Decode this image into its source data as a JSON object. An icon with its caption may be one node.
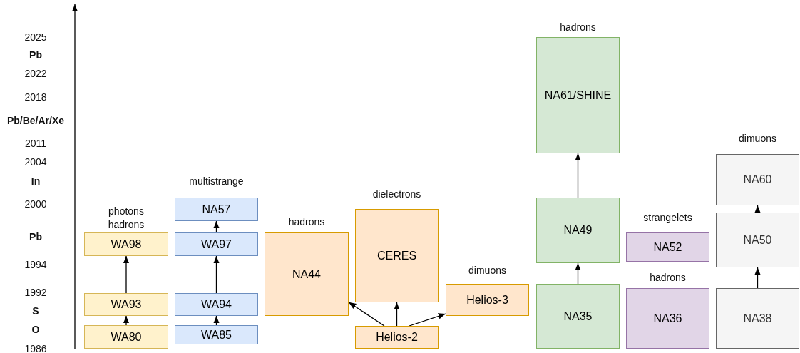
{
  "diagram": {
    "nodes": [
      {
        "text": [
          "photons hadrons",
          "WA98"
        ]
      },
      {
        "text": [
          "WA93"
        ]
      },
      {
        "text": [
          "WA80"
        ]
      },
      {
        "text": [
          "multistrange",
          "NA57"
        ]
      },
      {
        "text": [
          "WA97"
        ]
      },
      {
        "text": [
          "WA94"
        ]
      },
      {
        "text": [
          "WA85"
        ]
      },
      {
        "text": [
          "hadrons",
          "NA44"
        ]
      },
      {
        "text": [
          "dielectrons",
          "CERES"
        ]
      },
      {
        "text": [
          "Helios-2"
        ]
      },
      {
        "text": [
          "dimuons",
          "Helios-3"
        ]
      },
      {
        "text": [
          "hadrons",
          "NA61/SHINE"
        ]
      },
      {
        "text": [
          "NA49"
        ]
      },
      {
        "text": [
          "NA35"
        ]
      },
      {
        "text": [
          "strangelets",
          "NA52"
        ]
      },
      {
        "text": [
          "hadrons",
          "NA36"
        ]
      },
      {
        "text": [
          "dimuons",
          "NA60"
        ]
      },
      {
        "text": [
          "NA50"
        ]
      },
      {
        "text": [
          "NA38"
        ]
      }
    ],
    "edges": [
      {
        "from": 2,
        "to": 1,
        "arrow": "to"
      },
      {
        "from": 1,
        "to": 0,
        "arrow": "to"
      },
      {
        "from": 6,
        "to": 5,
        "arrow": "to"
      },
      {
        "from": 5,
        "to": 4,
        "arrow": "to"
      },
      {
        "from": 4,
        "to": 3,
        "arrow": "to"
      },
      {
        "from": 9,
        "to": 7,
        "arrow": "to"
      },
      {
        "from": 9,
        "to": 8,
        "arrow": "to"
      },
      {
        "from": 9,
        "to": 10,
        "arrow": "to"
      },
      {
        "from": 13,
        "to": 12,
        "arrow": "to"
      },
      {
        "from": 12,
        "to": 11,
        "arrow": "to"
      },
      {
        "from": 18,
        "to": 17,
        "arrow": "to"
      },
      {
        "from": 17,
        "to": 16,
        "arrow": "to"
      }
    ],
    "labels": [
      "2025",
      "Pb",
      "2022",
      "2018",
      "Pb/Be/Ar/Xe",
      "2011",
      "2004",
      "In",
      "2000",
      "Pb",
      "1994",
      "1992",
      "S",
      "O",
      "1986"
    ]
  }
}
